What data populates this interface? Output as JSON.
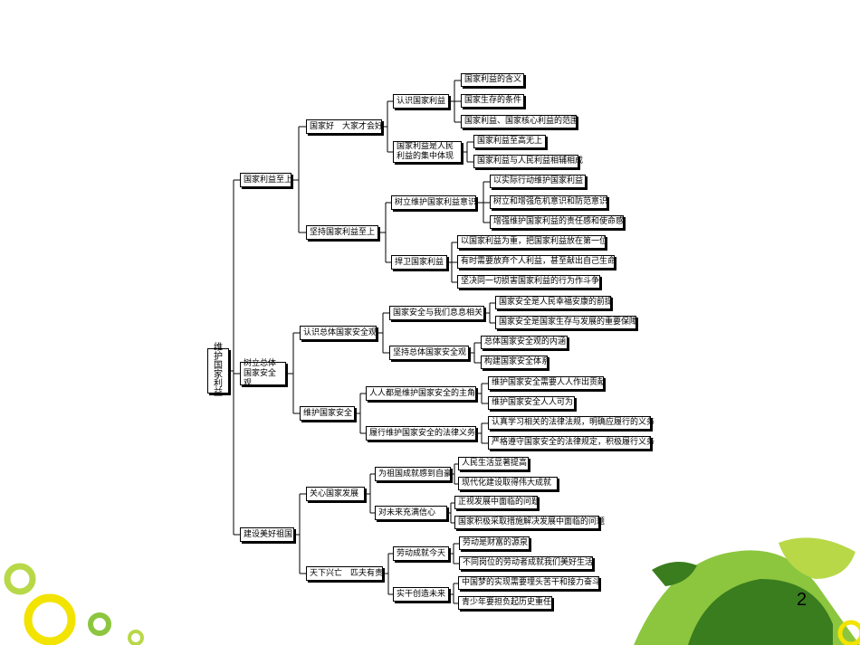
{
  "page_number": "2",
  "colors": {
    "leaf_green": "#8cc63f",
    "leaf_dark": "#3a7d1e",
    "ring_yellow": "#f2e300",
    "ring_green": "#b8d848"
  },
  "mindmap": {
    "root": "维护国家利益",
    "b1": {
      "label": "国家利益至上",
      "s1": {
        "label": "国家好　大家才会好",
        "t1": {
          "label": "认识国家利益",
          "leaves": [
            "国家利益的含义",
            "国家生存的条件",
            "国家利益、国家核心利益的范围"
          ]
        },
        "t2": {
          "label": "国家利益是人民利益的集中体现",
          "leaves": [
            "国家利益至高无上",
            "国家利益与人民利益相辅相成"
          ]
        }
      },
      "s2": {
        "label": "坚持国家利益至上",
        "t1": {
          "label": "树立维护国家利益意识",
          "leaves": [
            "以实际行动维护国家利益",
            "树立和增强危机意识和防范意识",
            "增强维护国家利益的责任感和使命感"
          ]
        },
        "t2": {
          "label": "捍卫国家利益",
          "leaves": [
            "以国家利益为重，把国家利益放在第一位",
            "有时需要放弃个人利益，甚至献出自己生命",
            "坚决同一切损害国家利益的行为作斗争"
          ]
        }
      }
    },
    "b2": {
      "label": "树立总体国家安全观",
      "s1": {
        "label": "认识总体国家安全观",
        "t1": {
          "label": "国家安全与我们息息相关",
          "leaves": [
            "国家安全是人民幸福安康的前提",
            "国家安全是国家生存与发展的重要保障"
          ]
        },
        "t2": {
          "label": "坚持总体国家安全观",
          "leaves": [
            "总体国家安全观的内涵",
            "构建国家安全体系"
          ]
        }
      },
      "s2": {
        "label": "维护国家安全",
        "t1": {
          "label": "人人都是维护国家安全的主角",
          "leaves": [
            "维护国家安全需要人人作出贡献",
            "维护国家安全人人可为"
          ]
        },
        "t2": {
          "label": "履行维护国家安全的法律义务",
          "leaves": [
            "认真学习相关的法律法规，明确应履行的义务",
            "严格遵守国家安全的法律规定，积极履行义务"
          ]
        }
      }
    },
    "b3": {
      "label": "建设美好祖国",
      "s1": {
        "label": "关心国家发展",
        "t1": {
          "label": "为祖国成就感到自豪",
          "leaves": [
            "人民生活显著提高",
            "现代化建设取得伟大成就"
          ]
        },
        "t2": {
          "label": "对未来充满信心",
          "leaves": [
            "正视发展中面临的问题",
            "国家积极采取措施解决发展中面临的问题"
          ]
        }
      },
      "s2": {
        "label": "天下兴亡　匹夫有责",
        "t1": {
          "label": "劳动成就今天",
          "leaves": [
            "劳动是财富的源泉",
            "不同岗位的劳动者成就我们美好生活"
          ]
        },
        "t2": {
          "label": "实干创造未来",
          "leaves": [
            "中国梦的实现需要埋头苦干和接力奋斗",
            "青少年要担负起历史重任"
          ]
        }
      }
    }
  }
}
